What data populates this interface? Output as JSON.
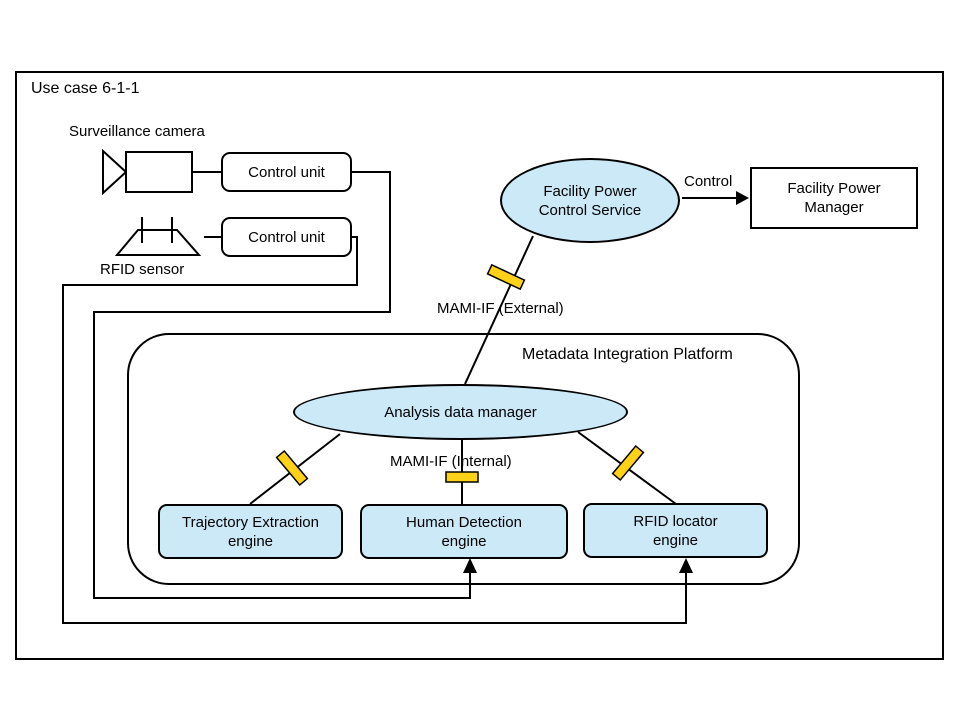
{
  "title": "Use case 6-1-1",
  "colors": {
    "node_fill": "#cce9f8",
    "connector_fill": "#ffd117",
    "line": "#000000",
    "background": "#ffffff"
  },
  "sensors": {
    "surveillance_camera_label": "Surveillance camera",
    "rfid_sensor_label": "RFID sensor",
    "camera_control_unit_label": "Control unit",
    "rfid_control_unit_label": "Control unit"
  },
  "power": {
    "service_line1": "Facility Power",
    "service_line2": "Control Service",
    "control_arrow_label": "Control",
    "manager_line1": "Facility Power",
    "manager_line2": "Manager"
  },
  "interfaces": {
    "external_label": "MAMI-IF (External)",
    "internal_label": "MAMI-IF (Internal)"
  },
  "platform": {
    "label": "Metadata Integration Platform",
    "manager_label": "Analysis data manager",
    "engines": [
      {
        "line1": "Trajectory Extraction",
        "line2": "engine"
      },
      {
        "line1": "Human Detection",
        "line2": "engine"
      },
      {
        "line1": "RFID locator",
        "line2": "engine"
      }
    ]
  }
}
